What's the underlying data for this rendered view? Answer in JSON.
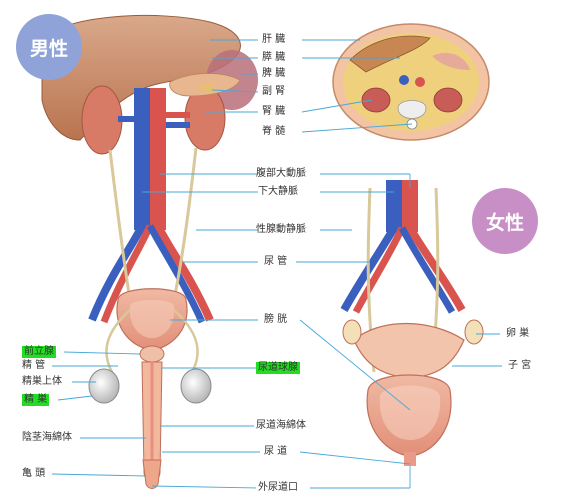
{
  "badges": {
    "male": "男性",
    "female": "女性"
  },
  "center_labels": {
    "liver": "肝 臓",
    "pancreas": "膵 臓",
    "spleen": "脾 臓",
    "adrenal": "副 腎",
    "kidney": "腎 臓",
    "spinal_cord": "脊 髄",
    "abdominal_aorta": "腹部大動脈",
    "ivc": "下大静脈",
    "gonadal_vessels": "性腺動静脈",
    "ureter": "尿 管",
    "bladder": "膀 胱",
    "bulbourethral": "尿道球腺",
    "corpus_spongiosum": "尿道海綿体",
    "urethra": "尿 道",
    "ext_meatus": "外尿道口"
  },
  "left_labels": {
    "prostate": "前立腺",
    "vas_deferens": "精 管",
    "epididymis": "精巣上体",
    "testis": "精 巣",
    "corpus_cavernosum": "陰茎海綿体",
    "glans": "亀 頭"
  },
  "right_labels": {
    "ovary": "卵 巣",
    "uterus": "子 宮"
  },
  "colors": {
    "male_badge": "#8fa3d9",
    "female_badge": "#c88ec6",
    "highlight": "#22dd22",
    "leader_line": "#4aa8d8",
    "artery": "#d9534f",
    "vein": "#3a5fbf",
    "organ": "#e8a58a",
    "ureter": "#d8c89a"
  }
}
